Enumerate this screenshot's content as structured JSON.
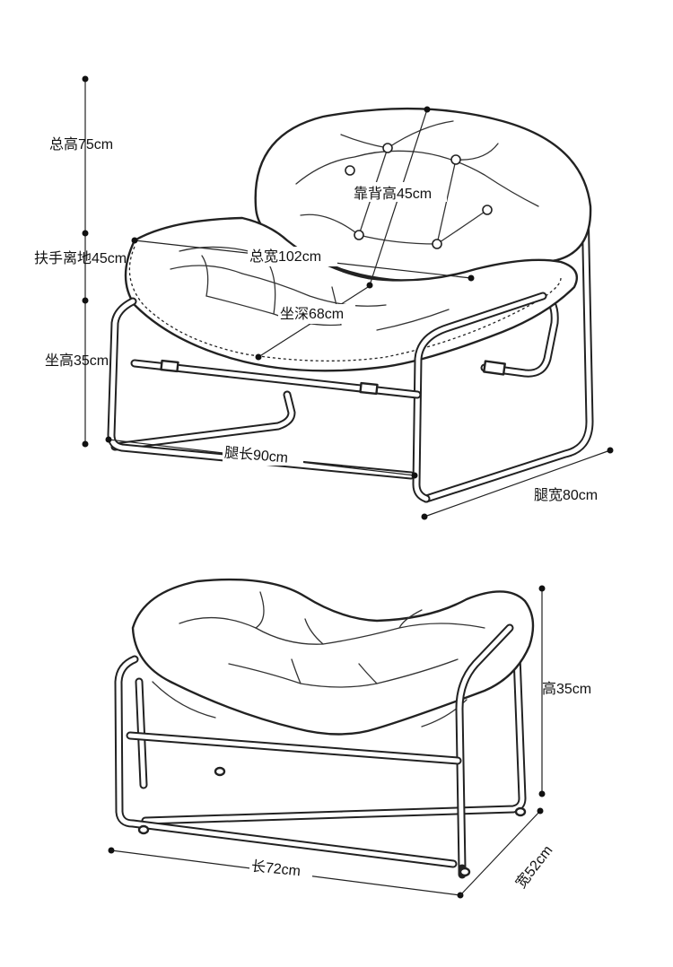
{
  "colors": {
    "line": "#222222",
    "background": "#ffffff"
  },
  "chair": {
    "total_height": "总高75cm",
    "armrest_height": "扶手离地45cm",
    "seat_height": "坐高35cm",
    "back_height": "靠背高45cm",
    "total_width": "总宽102cm",
    "seat_depth": "坐深68cm",
    "leg_length": "腿长90cm",
    "leg_width": "腿宽80cm"
  },
  "ottoman": {
    "height": "高35cm",
    "length": "长72cm",
    "width": "宽52cm"
  }
}
